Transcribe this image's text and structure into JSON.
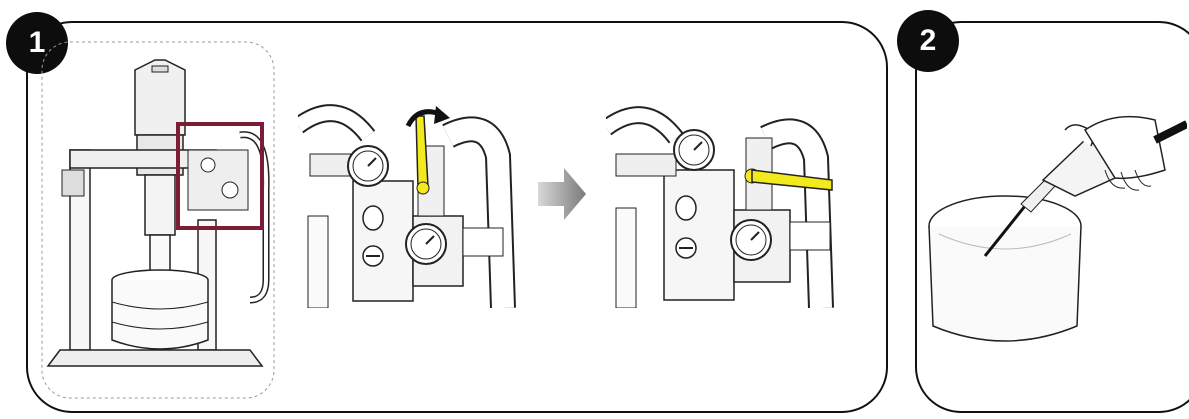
{
  "steps": [
    {
      "number": "1"
    },
    {
      "number": "2"
    }
  ],
  "colors": {
    "highlight_frame": "#7b1d34",
    "valve_handle": "#f2ea1d",
    "arrow_gray": "#8a8a8a",
    "badge": "#0d0d0d",
    "outline": "#111111"
  },
  "icons": [
    "pump-assembly-illustration",
    "valve-closed-illustration",
    "progress-arrow-icon",
    "valve-open-illustration",
    "spray-gun-bucket-illustration",
    "rotate-arrow-icon"
  ]
}
